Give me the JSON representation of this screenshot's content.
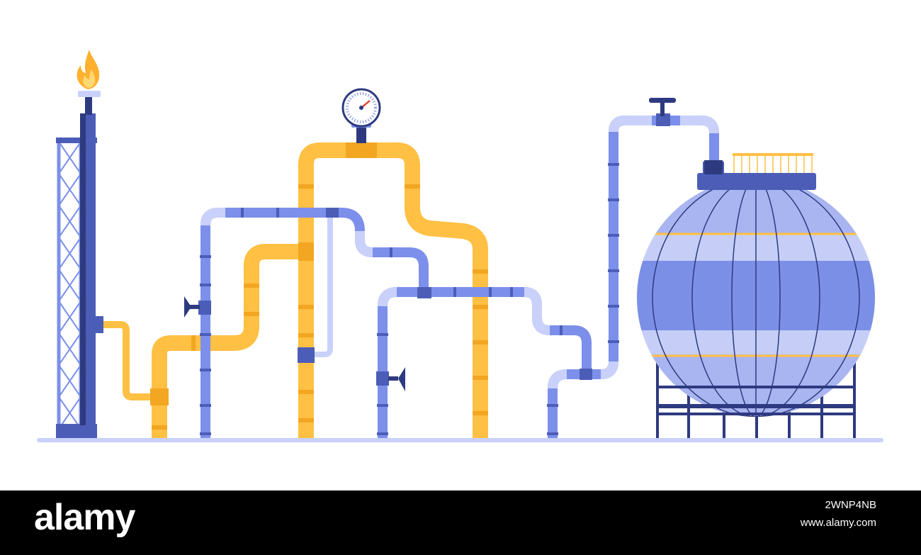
{
  "illustration": {
    "subject": "gas pipeline with flare stack, pressure gauge, valves and spherical storage tank",
    "colors": {
      "pipe_yellow": "#FFC043",
      "pipe_yellow_dark": "#F2A621",
      "pipe_blue": "#7C8FEA",
      "pipe_blue_light": "#C9D1FA",
      "connector_blue": "#4C5DB8",
      "navy": "#2E3A80",
      "tank_light": "#C6CEF7",
      "tank_mid": "#7B8FE6",
      "flame": "#FFB02E",
      "ground": "#C9D1FA"
    },
    "icons": [
      "flame-icon",
      "pressure-gauge-icon",
      "valve-wheel-icon"
    ]
  },
  "watermark": {
    "logo": "alamy",
    "image_id": "2WNP4NB",
    "site": "www.alamy.com"
  }
}
